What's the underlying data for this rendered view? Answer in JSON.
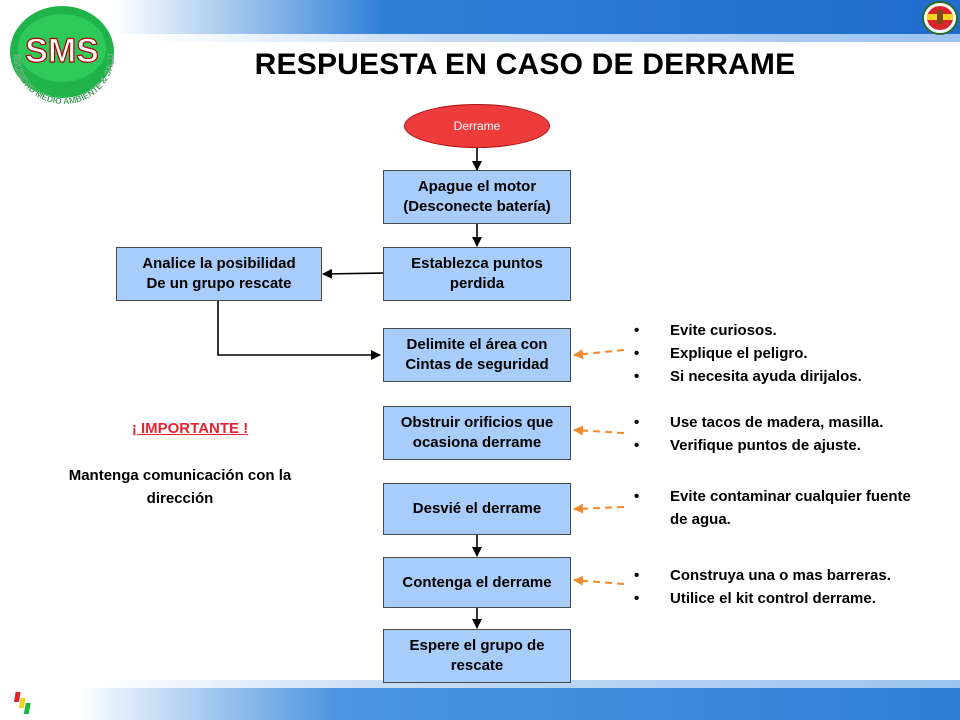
{
  "logo": {
    "text": "SMS",
    "tagline": "SEGURIDAD MEDIO AMBIENTE & SALUD"
  },
  "title": "RESPUESTA EN CASO DE DERRAME",
  "flow": {
    "start": "Derrame",
    "steps": [
      "Apague el motor\n(Desconecte batería)",
      "Establezca puntos\nperdida",
      "Delimite el área con\nCintas de seguridad",
      "Obstruir orificios que\nocasiona derrame",
      "Desvié el derrame",
      "Contenga el derrame",
      "Espere el grupo de\nrescate"
    ],
    "side_step": "Analice la posibilidad\nDe un grupo rescate"
  },
  "notes": {
    "delimit": [
      "Evite curiosos.",
      "Explique el peligro.",
      "Si necesita ayuda dirijalos."
    ],
    "obstruct": [
      "Use tacos de madera, masilla.",
      "Verifique puntos de ajuste."
    ],
    "divert": [
      "Evite contaminar cualquier fuente de agua."
    ],
    "contain": [
      "Construya una o mas barreras.",
      "Utilice el kit control derrame."
    ]
  },
  "important": {
    "label": "¡ IMPORTANTE !",
    "message": "Mantenga comunicación con la\ndirección"
  },
  "colors": {
    "node_fill": "#a8cdfa",
    "start_fill": "#ee3b3b",
    "important_text": "#e8232f",
    "dashed_arrow": "#f08a2a"
  }
}
